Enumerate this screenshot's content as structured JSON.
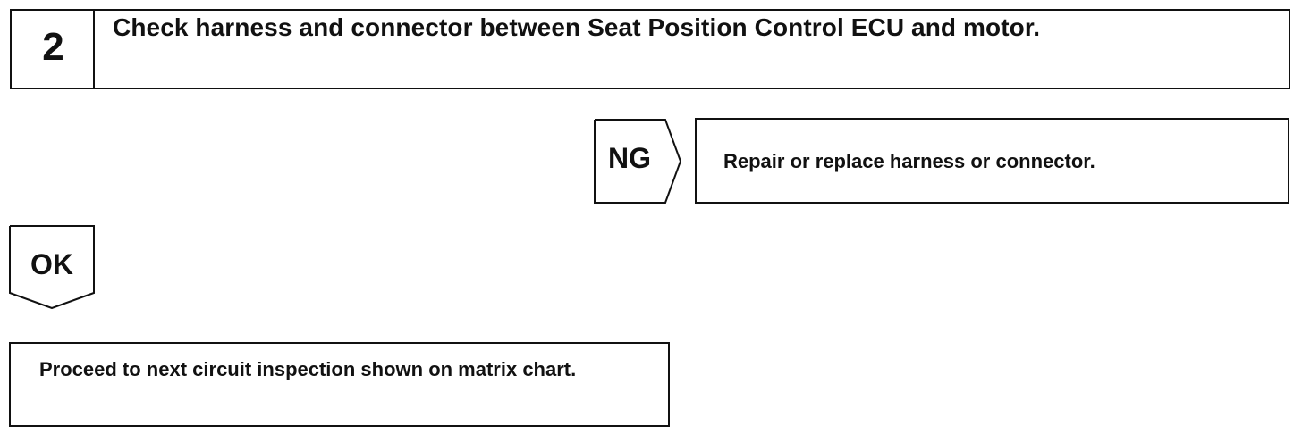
{
  "step": {
    "number": "2",
    "title": "Check harness and connector between Seat Position Control ECU and motor."
  },
  "ng_branch": {
    "label": "NG",
    "action": "Repair or replace harness or connector."
  },
  "ok_branch": {
    "label": "OK",
    "action": "Proceed to next circuit inspection shown on matrix chart."
  }
}
